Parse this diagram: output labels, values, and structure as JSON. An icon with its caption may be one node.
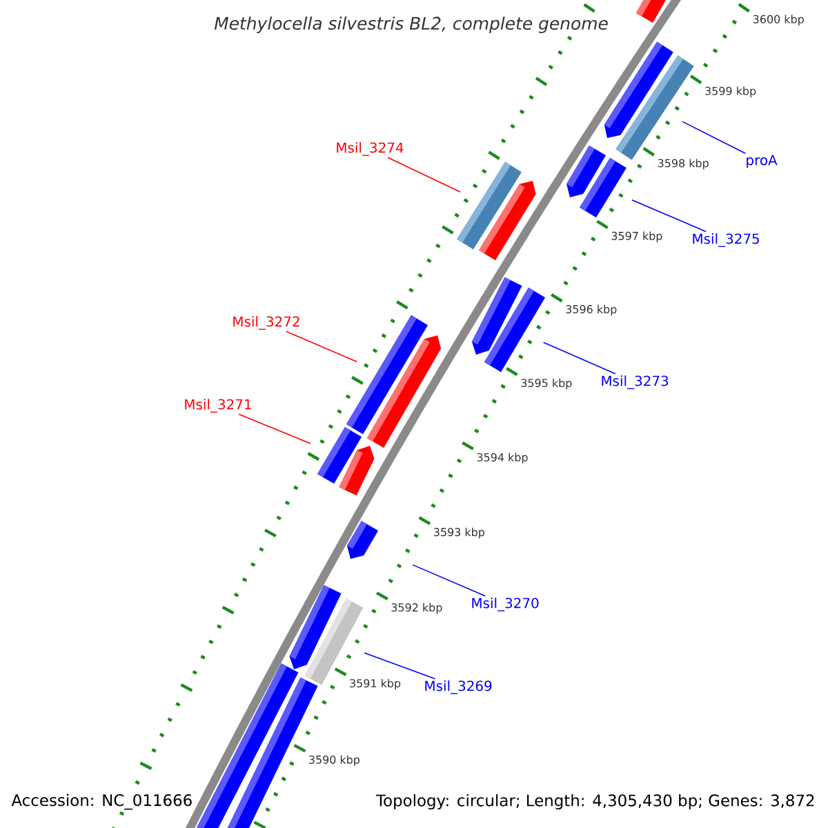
{
  "diagram": {
    "title": "Methylocella silvestris BL2, complete genome",
    "nodes": [
      {
        "text": [
          "Msil_3274"
        ]
      },
      {
        "text": [],
        "shape": "bar"
      },
      {
        "text": [
          "proA"
        ]
      },
      {
        "text": [],
        "shape": "bar"
      },
      {
        "text": [
          "Msil_3275"
        ]
      },
      {
        "text": [],
        "shape": "bar"
      },
      {
        "text": [
          "Msil_3272"
        ]
      },
      {
        "text": [],
        "shape": "bar"
      },
      {
        "text": [
          "Msil_3273"
        ]
      },
      {
        "text": [],
        "shape": "bar"
      },
      {
        "text": [
          "Msil_3271"
        ]
      },
      {
        "text": [],
        "shape": "bar"
      },
      {
        "text": [
          "Msil_3270"
        ]
      },
      {
        "text": [],
        "shape": "bar"
      },
      {
        "text": [
          "Msil_3269"
        ]
      },
      {
        "text": [],
        "shape": "bar"
      }
    ],
    "edges": [
      {
        "from": 0,
        "to": 1,
        "arrow": "none",
        "color": "#ff0000"
      },
      {
        "from": 2,
        "to": 3,
        "arrow": "none"
      },
      {
        "from": 4,
        "to": 5,
        "arrow": "none"
      },
      {
        "from": 6,
        "to": 7,
        "arrow": "none",
        "color": "#ff0000"
      },
      {
        "from": 8,
        "to": 9,
        "arrow": "none"
      },
      {
        "from": 10,
        "to": 11,
        "arrow": "none",
        "color": "#ff0000"
      },
      {
        "from": 12,
        "to": 13,
        "arrow": "none"
      },
      {
        "from": 14,
        "to": 15,
        "arrow": "none"
      }
    ],
    "labels": [
      "3600 kbp",
      "3599 kbp",
      "3598 kbp",
      "3597 kbp",
      "3596 kbp",
      "3595 kbp",
      "3594 kbp",
      "3593 kbp",
      "3592 kbp",
      "3591 kbp",
      "3590 kbp",
      "Accession: NC_011666",
      "Topology: circular; Length: 4,305,430 bp; Genes: 3,872"
    ]
  }
}
